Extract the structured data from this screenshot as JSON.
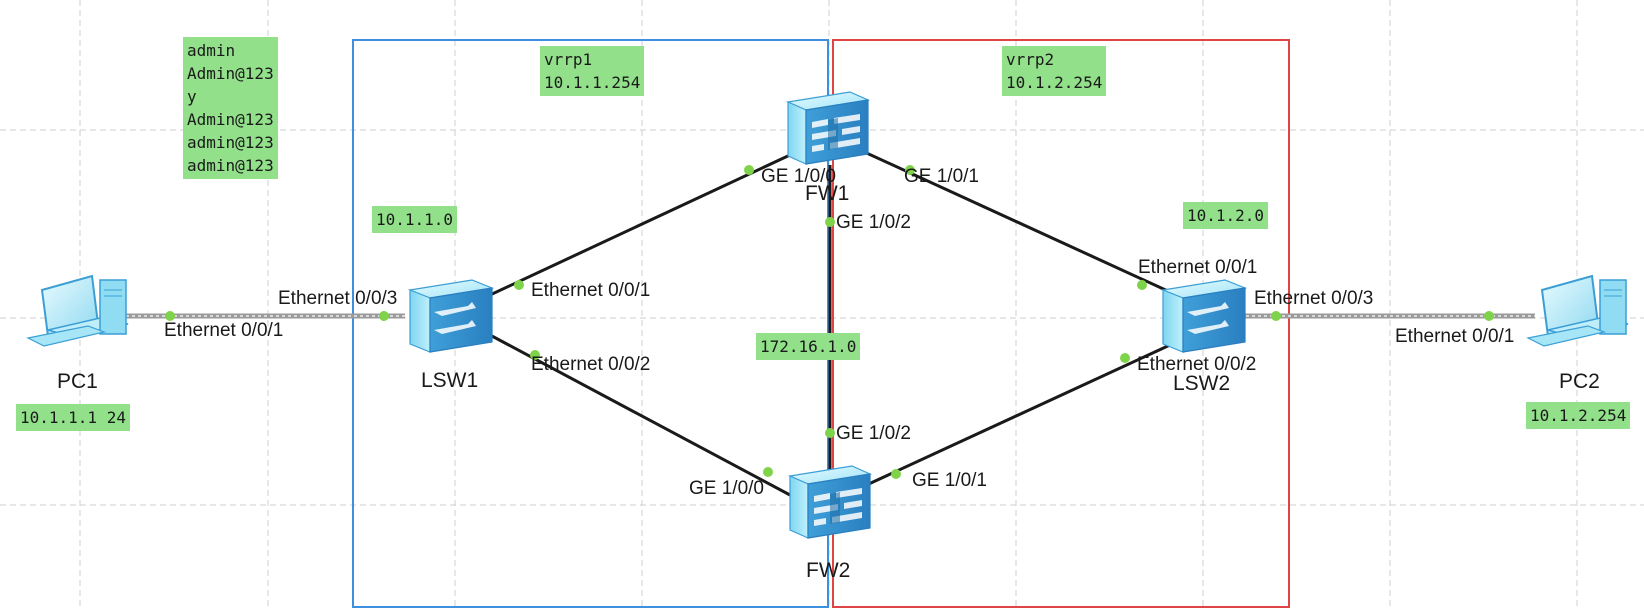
{
  "colors": {
    "grid": "#cfcfcf",
    "zone1_border": "#3d8fe0",
    "zone2_border": "#e04545",
    "link": "#1a1a1a",
    "port_dot": "#7fd34a",
    "note_bg": "#92e08a"
  },
  "devices": {
    "pc1": "PC1",
    "pc2": "PC2",
    "lsw1": "LSW1",
    "lsw2": "LSW2",
    "fw1": "FW1",
    "fw2": "FW2"
  },
  "icons": {
    "pc": "pc-icon",
    "switch": "switch-icon",
    "firewall": "firewall-icon"
  },
  "ports": {
    "pc1_e001": "Ethernet 0/0/1",
    "lsw1_e003": "Ethernet 0/0/3",
    "lsw1_e001": "Ethernet 0/0/1",
    "lsw1_e002": "Ethernet 0/0/2",
    "fw1_ge100": "GE 1/0/0",
    "fw1_ge101": "GE 1/0/1",
    "fw1_ge102": "GE 1/0/2",
    "fw2_ge102": "GE 1/0/2",
    "fw2_ge100": "GE 1/0/0",
    "fw2_ge101": "GE 1/0/1",
    "lsw2_e001": "Ethernet 0/0/1",
    "lsw2_e002": "Ethernet 0/0/2",
    "lsw2_e003": "Ethernet 0/0/3",
    "pc2_e001": "Ethernet 0/0/1"
  },
  "notes": {
    "credentials": [
      "admin",
      "Admin@123",
      "y",
      "Admin@123",
      "admin@123",
      "admin@123"
    ],
    "vrrp1_name": "vrrp1",
    "vrrp1_ip": "10.1.1.254",
    "vrrp2_name": "vrrp2",
    "vrrp2_ip": "10.1.2.254",
    "net_left": "10.1.1.0",
    "net_right": "10.1.2.0",
    "net_mid": "172.16.1.0",
    "pc1_ip": "10.1.1.1 24",
    "pc2_ip": "10.1.2.254"
  }
}
